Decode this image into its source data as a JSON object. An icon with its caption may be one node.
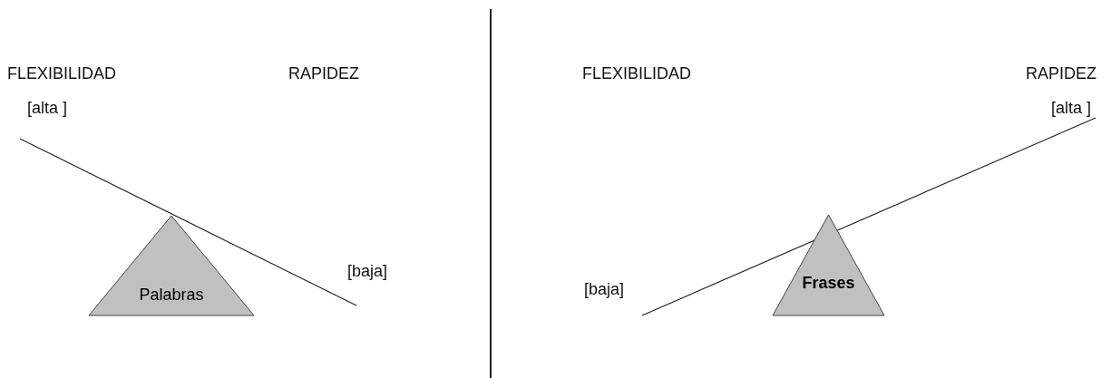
{
  "diagram": {
    "nodes": [
      {
        "text": [
          "Palabras"
        ]
      },
      {
        "text": [
          "Frases"
        ]
      }
    ],
    "labels": [
      "FLEXIBILIDAD",
      "RAPIDEZ",
      "[alta ]",
      "[baja]",
      "FLEXIBILIDAD",
      "RAPIDEZ",
      "[alta ]",
      "[baja]"
    ]
  }
}
